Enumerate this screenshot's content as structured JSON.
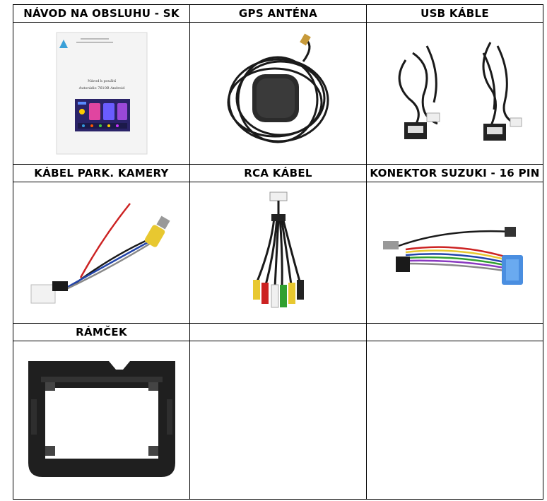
{
  "cells": [
    {
      "label": "NÁVOD NA OBSLUHU - SK",
      "image": "manual-booklet"
    },
    {
      "label": "GPS ANTÉNA",
      "image": "gps-antenna"
    },
    {
      "label": "USB KÁBLE",
      "image": "usb-cables"
    },
    {
      "label": "KÁBEL PARK. KAMERY",
      "image": "parking-camera-cable"
    },
    {
      "label": "RCA KÁBEL",
      "image": "rca-cable"
    },
    {
      "label": "KONEKTOR SUZUKI - 16 PIN",
      "image": "suzuki-16pin-connector"
    },
    {
      "label": "RÁMČEK",
      "image": "dash-frame"
    },
    {
      "label": "",
      "image": ""
    },
    {
      "label": "",
      "image": ""
    }
  ],
  "manual": {
    "title": "Návod k použití",
    "subtitle": "Autorádio 7610B Android"
  }
}
